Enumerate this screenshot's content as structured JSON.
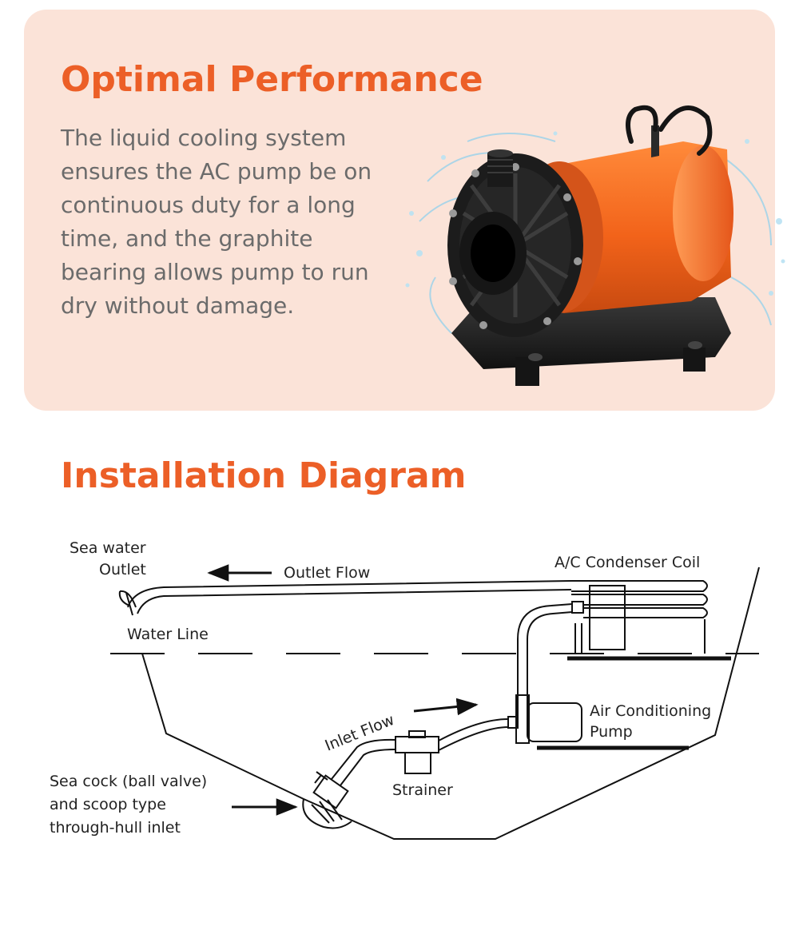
{
  "performance": {
    "title": "Optimal Performance",
    "body": "The liquid cooling system ensures the AC pump be on continuous duty for a long time, and the graphite bearing allows pump to run dry without damage."
  },
  "installation": {
    "title": "Installation Diagram",
    "labels": {
      "sea_water_outlet_line1": "Sea water",
      "sea_water_outlet_line2": "Outlet",
      "outlet_flow": "Outlet Flow",
      "condenser_coil": "A/C Condenser Coil",
      "water_line": "Water Line",
      "air_conditioning_line1": "Air Conditioning",
      "air_conditioning_line2": "Pump",
      "inlet_flow": "Inlet Flow",
      "strainer": "Strainer",
      "sea_cock_line1": "Sea cock (ball valve)",
      "sea_cock_line2": "and scoop type",
      "sea_cock_line3": "through-hull inlet"
    }
  },
  "colors": {
    "accent": "#ec5f27",
    "card_background": "#fbe3d8",
    "body_text": "#6b6b6b",
    "pump_body": "#f26a1b",
    "pump_base": "#1e1e1e"
  }
}
